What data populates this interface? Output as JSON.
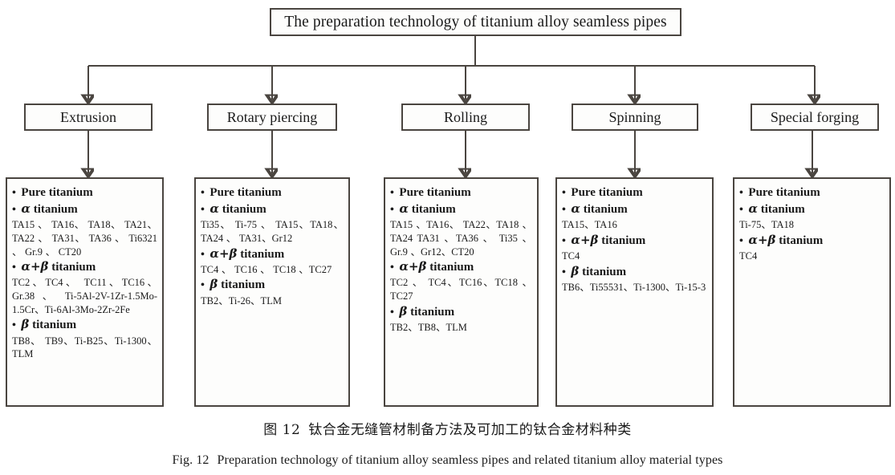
{
  "figure": {
    "root": {
      "label": "The preparation technology of titanium alloy seamless pipes"
    },
    "methods": [
      {
        "label": "Extrusion"
      },
      {
        "label": "Rotary piercing"
      },
      {
        "label": "Rolling"
      },
      {
        "label": "Spinning"
      },
      {
        "label": "Special forging"
      }
    ],
    "columns": [
      {
        "method": "Extrusion",
        "groups": [
          {
            "heading_prefix": "",
            "heading": "Pure titanium",
            "alloys": ""
          },
          {
            "heading_prefix": "α",
            "heading": " titanium",
            "alloys": "TA15 、 TA16、 TA18、 TA21、 TA22 、 TA31、 TA36 、 Ti6321 、 Gr.9 、 CT20"
          },
          {
            "heading_prefix": "α+β",
            "heading": " titanium",
            "alloys": "TC2、TC4、 TC11、TC16、Gr.38 、 Ti-5Al-2V-1Zr-1.5Mo-1.5Cr、Ti-6Al-3Mo-2Zr-2Fe"
          },
          {
            "heading_prefix": "β",
            "heading": " titanium",
            "alloys": "TB8、 TB9、Ti-B25、Ti-1300、TLM"
          }
        ]
      },
      {
        "method": "Rotary piercing",
        "groups": [
          {
            "heading_prefix": "",
            "heading": "Pure titanium",
            "alloys": ""
          },
          {
            "heading_prefix": "α",
            "heading": " titanium",
            "alloys": "Ti35、 Ti-75 、 TA15、TA18、TA24 、 TA31、Gr12"
          },
          {
            "heading_prefix": "α+β",
            "heading": " titanium",
            "alloys": "TC4 、 TC16 、 TC18 、TC27"
          },
          {
            "heading_prefix": "β",
            "heading": " titanium",
            "alloys": "TB2、Ti-26、TLM"
          }
        ]
      },
      {
        "method": "Rolling",
        "groups": [
          {
            "heading_prefix": "",
            "heading": "Pure titanium",
            "alloys": ""
          },
          {
            "heading_prefix": "α",
            "heading": " titanium",
            "alloys": "TA15 、TA16、 TA22、TA18 、 TA24 TA31 、TA36 、 Ti35 、Gr.9 、Gr12、CT20"
          },
          {
            "heading_prefix": "α+β",
            "heading": " titanium",
            "alloys": "TC2 、 TC4、TC16、TC18 、TC27"
          },
          {
            "heading_prefix": "β",
            "heading": " titanium",
            "alloys": "TB2、TB8、TLM"
          }
        ]
      },
      {
        "method": "Spinning",
        "groups": [
          {
            "heading_prefix": "",
            "heading": "Pure titanium",
            "alloys": ""
          },
          {
            "heading_prefix": "α",
            "heading": " titanium",
            "alloys": "TA15、TA16"
          },
          {
            "heading_prefix": "α+β",
            "heading": " titanium",
            "alloys": "TC4"
          },
          {
            "heading_prefix": "β",
            "heading": " titanium",
            "alloys": "TB6、Ti55531、Ti-1300、Ti-15-3"
          }
        ]
      },
      {
        "method": "Special forging",
        "groups": [
          {
            "heading_prefix": "",
            "heading": "Pure titanium",
            "alloys": ""
          },
          {
            "heading_prefix": "α",
            "heading": " titanium",
            "alloys": "Ti-75、TA18"
          },
          {
            "heading_prefix": "α+β",
            "heading": " titanium",
            "alloys": "TC4"
          }
        ]
      }
    ],
    "caption_cn": {
      "number": "图 12",
      "text": "钛合金无缝管材制备方法及可加工的钛合金材料种类"
    },
    "caption_en": {
      "number": "Fig. 12",
      "text": "Preparation technology of titanium alloy seamless pipes and related titanium alloy material types"
    },
    "colors": {
      "line": "#4a4540",
      "box_fill": "#fdfdfc",
      "text": "#1a1a1a"
    },
    "bullet_glyph": "•"
  }
}
